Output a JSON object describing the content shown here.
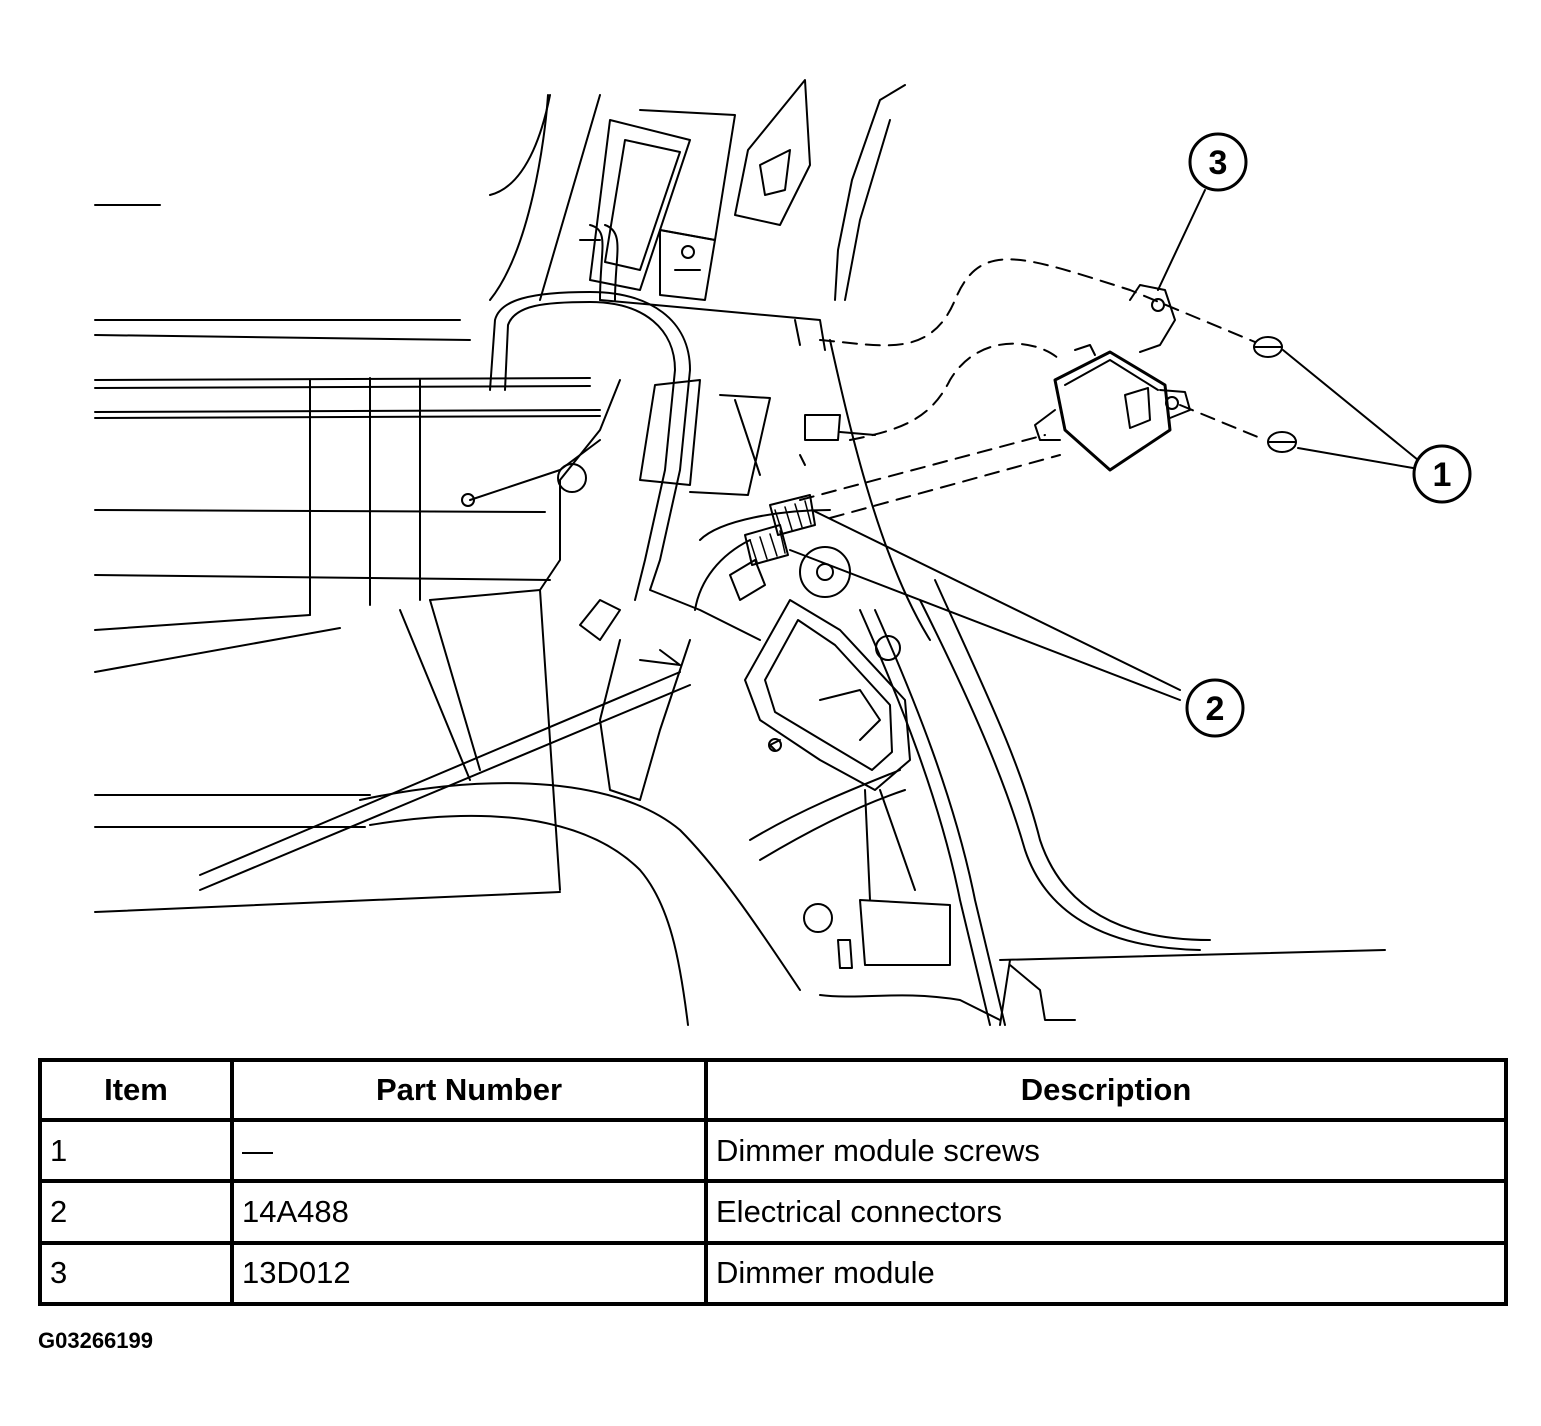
{
  "callouts": [
    {
      "label": "1"
    },
    {
      "label": "2"
    },
    {
      "label": "3"
    }
  ],
  "table": {
    "headers": [
      "Item",
      "Part Number",
      "Description"
    ],
    "rows": [
      [
        "1",
        "—",
        "Dimmer module screws"
      ],
      [
        "2",
        "14A488",
        "Electrical connectors"
      ],
      [
        "3",
        "13D012",
        "Dimmer module"
      ]
    ]
  },
  "figure_id": "G03266199"
}
